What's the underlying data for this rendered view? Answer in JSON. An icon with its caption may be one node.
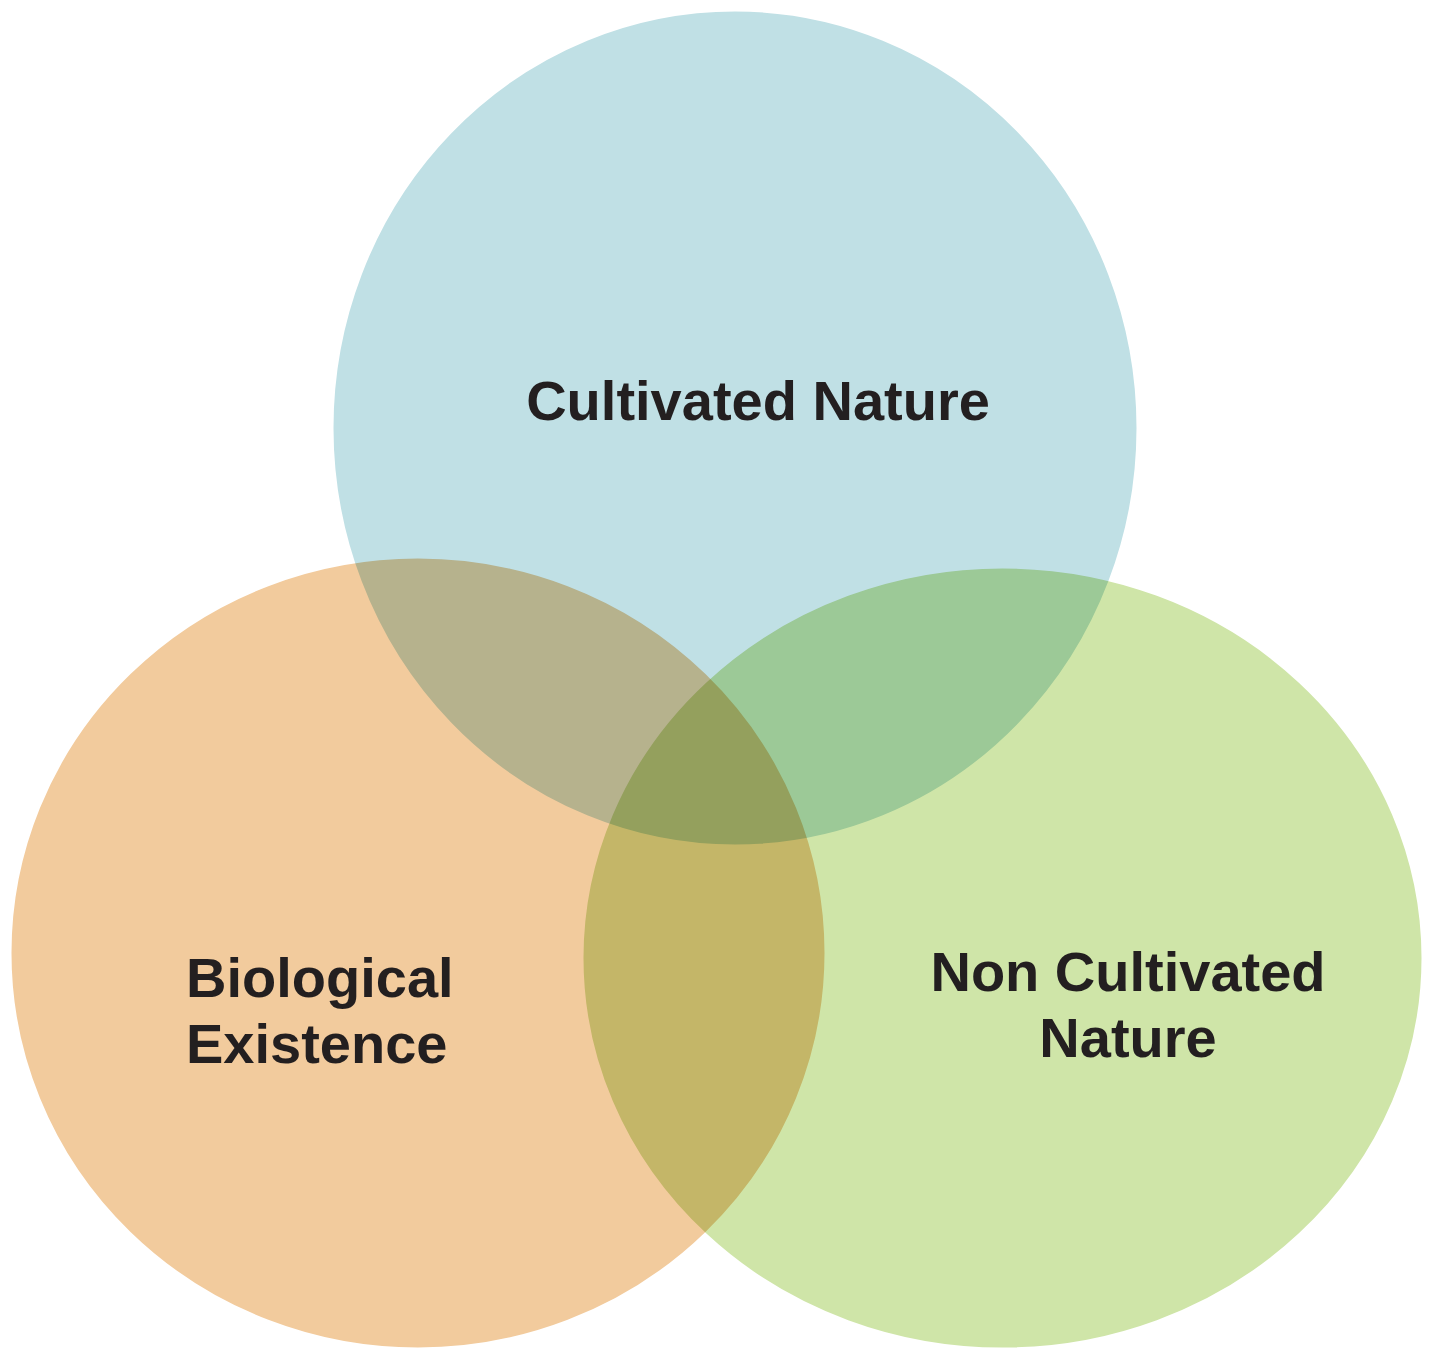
{
  "diagram": {
    "nodes": [
      {
        "text": [
          "Cultivated Nature"
        ]
      },
      {
        "text": [
          "Biological Existence"
        ]
      },
      {
        "text": [
          "Non Cultivated Nature"
        ]
      }
    ]
  }
}
